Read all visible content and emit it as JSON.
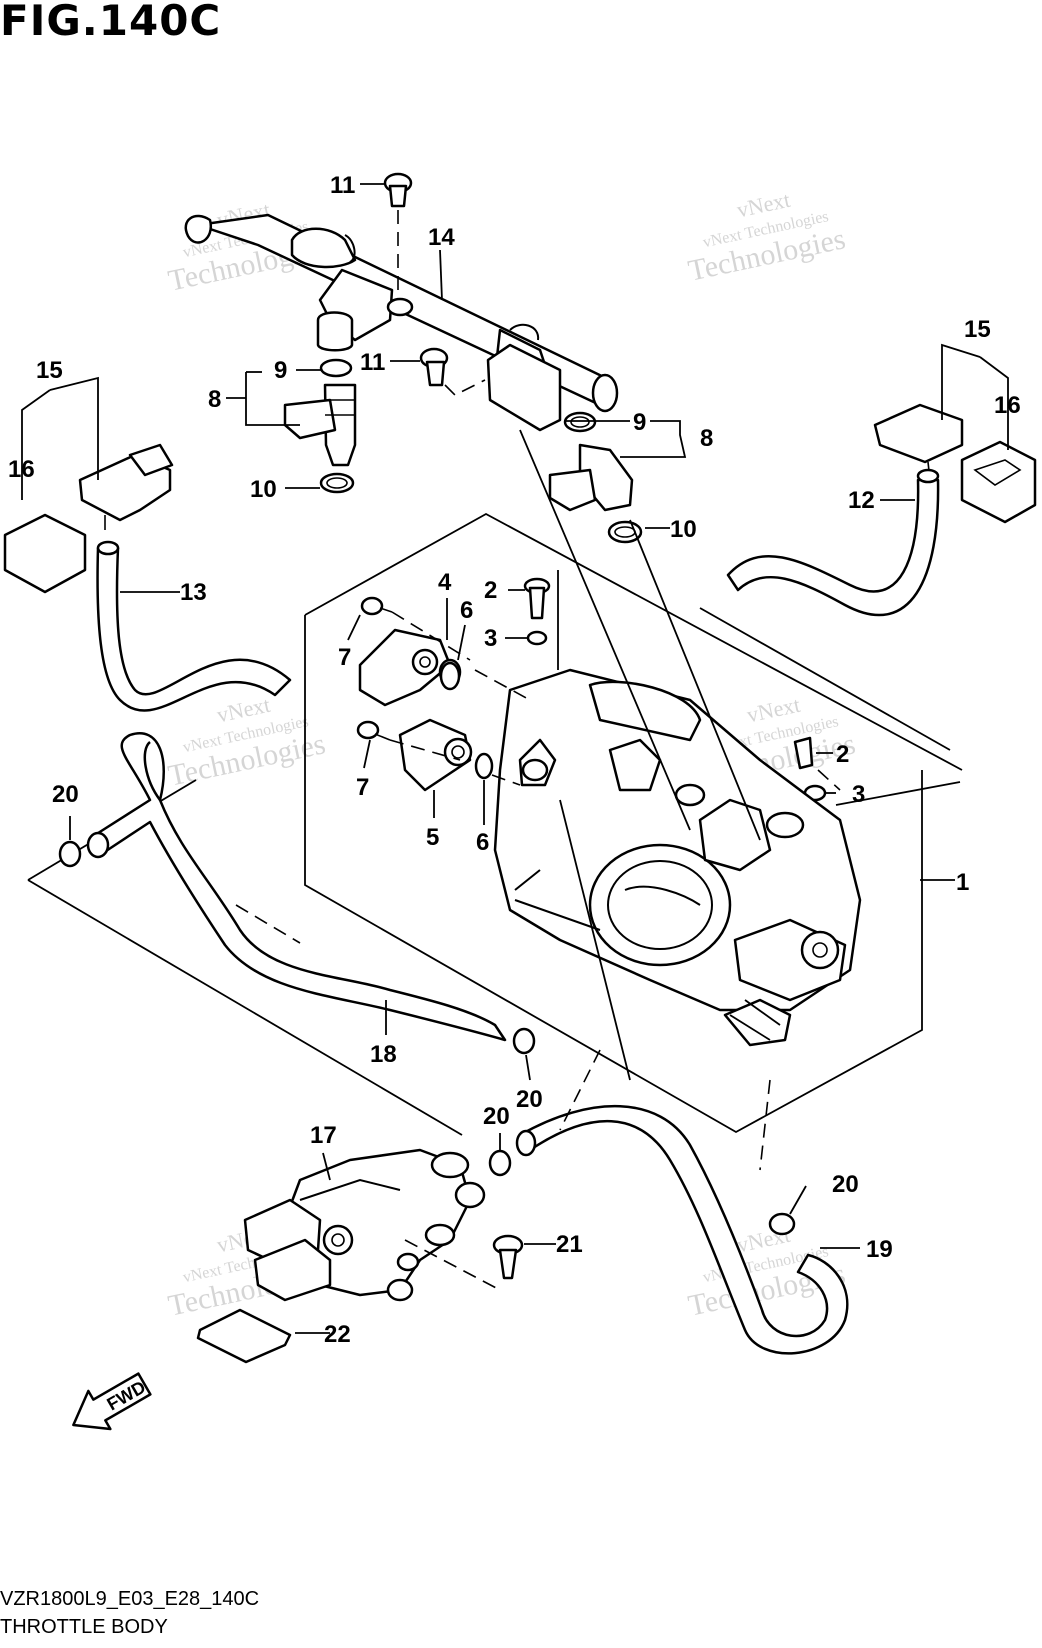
{
  "figure": {
    "title": "FIG.140C",
    "code": "VZR1800L9_E03_E28_140C",
    "name": "THROTTLE BODY"
  },
  "watermark": {
    "line1": "vNext",
    "line2": "vNext Technologies",
    "line3": "Technologies"
  },
  "callouts": [
    {
      "id": "c11a",
      "label": "11"
    },
    {
      "id": "c14",
      "label": "14"
    },
    {
      "id": "c11b",
      "label": "11"
    },
    {
      "id": "c9a",
      "label": "9"
    },
    {
      "id": "c8a",
      "label": "8"
    },
    {
      "id": "c10a",
      "label": "10"
    },
    {
      "id": "c9b",
      "label": "9"
    },
    {
      "id": "c8b",
      "label": "8"
    },
    {
      "id": "c10b",
      "label": "10"
    },
    {
      "id": "c15a",
      "label": "15"
    },
    {
      "id": "c16a",
      "label": "16"
    },
    {
      "id": "c15b",
      "label": "15"
    },
    {
      "id": "c16b",
      "label": "16"
    },
    {
      "id": "c12",
      "label": "12"
    },
    {
      "id": "c13",
      "label": "13"
    },
    {
      "id": "c4",
      "label": "4"
    },
    {
      "id": "c2a",
      "label": "2"
    },
    {
      "id": "c6a",
      "label": "6"
    },
    {
      "id": "c3a",
      "label": "3"
    },
    {
      "id": "c7a",
      "label": "7"
    },
    {
      "id": "c7b",
      "label": "7"
    },
    {
      "id": "c5",
      "label": "5"
    },
    {
      "id": "c6b",
      "label": "6"
    },
    {
      "id": "c2b",
      "label": "2"
    },
    {
      "id": "c3b",
      "label": "3"
    },
    {
      "id": "c1",
      "label": "1"
    },
    {
      "id": "c20a",
      "label": "20"
    },
    {
      "id": "c18",
      "label": "18"
    },
    {
      "id": "c20b",
      "label": "20"
    },
    {
      "id": "c20c",
      "label": "20"
    },
    {
      "id": "c17",
      "label": "17"
    },
    {
      "id": "c20d",
      "label": "20"
    },
    {
      "id": "c21",
      "label": "21"
    },
    {
      "id": "c19",
      "label": "19"
    },
    {
      "id": "c22",
      "label": "22"
    }
  ],
  "fwd_label": "FWD"
}
